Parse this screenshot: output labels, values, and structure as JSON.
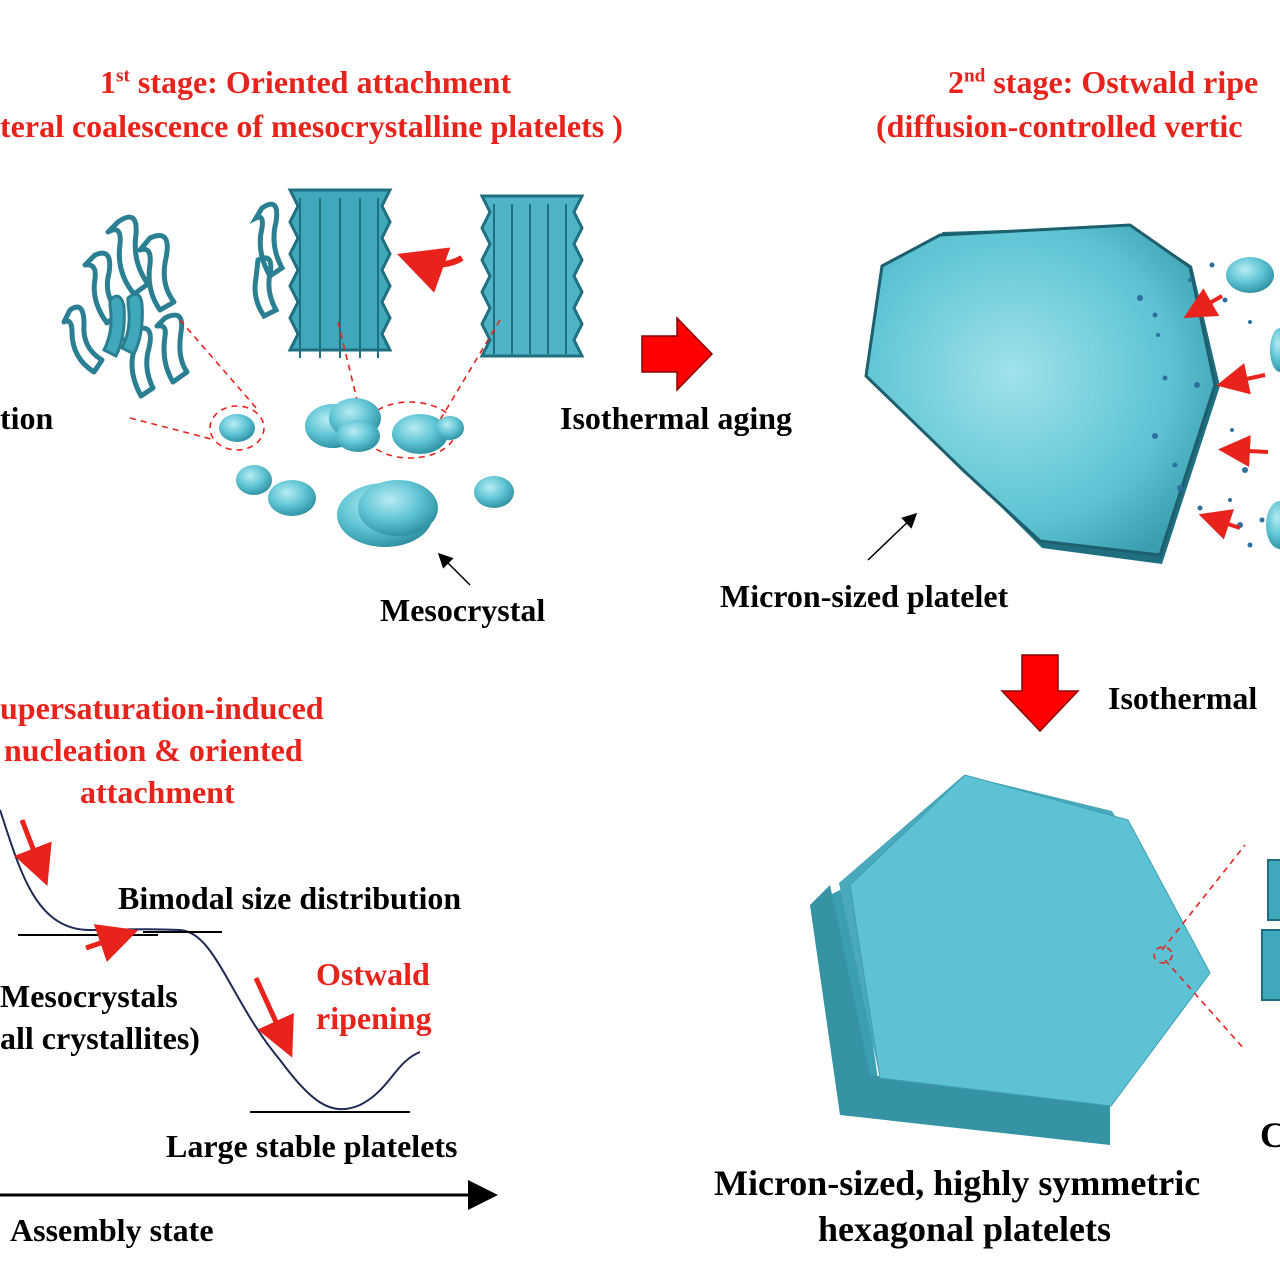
{
  "stage1": {
    "title_num": "1",
    "title_sup": "st",
    "title_rest": " stage: Oriented attachment",
    "subtitle": "teral coalescence of mesocrystalline platelets )",
    "label_left": "tion",
    "label_mesocrystal": "Mesocrystal"
  },
  "transition": {
    "label": "Isothermal aging"
  },
  "stage2": {
    "title_num": "2",
    "title_sup": "nd",
    "title_rest": " stage: Ostwald ripe",
    "subtitle": "(diffusion-controlled vertic",
    "label_platelet": "Micron-sized  platelet",
    "label_down": "Isothermal"
  },
  "energy_diagram": {
    "annotation_line1": "upersaturation-induced",
    "annotation_line2": "nucleation & oriented",
    "annotation_line3": "attachment",
    "label_bimodal": "Bimodal size distribution",
    "label_ostwald_1": "Ostwald",
    "label_ostwald_2": "ripening",
    "label_meso_1": "Mesocrystals",
    "label_meso_2": "all crystallites)",
    "label_large": "Large stable platelets",
    "axis_label": "Assembly state"
  },
  "hexagon": {
    "caption_line1": "Micron-sized, highly symmetric",
    "caption_line2": "hexagonal platelets",
    "edge_label": "C"
  },
  "colors": {
    "accent_red": "#e8231c",
    "crystal_teal": "#5cc3d3",
    "crystal_dark": "#2b8ea0",
    "curve_navy": "#1f2a55"
  }
}
